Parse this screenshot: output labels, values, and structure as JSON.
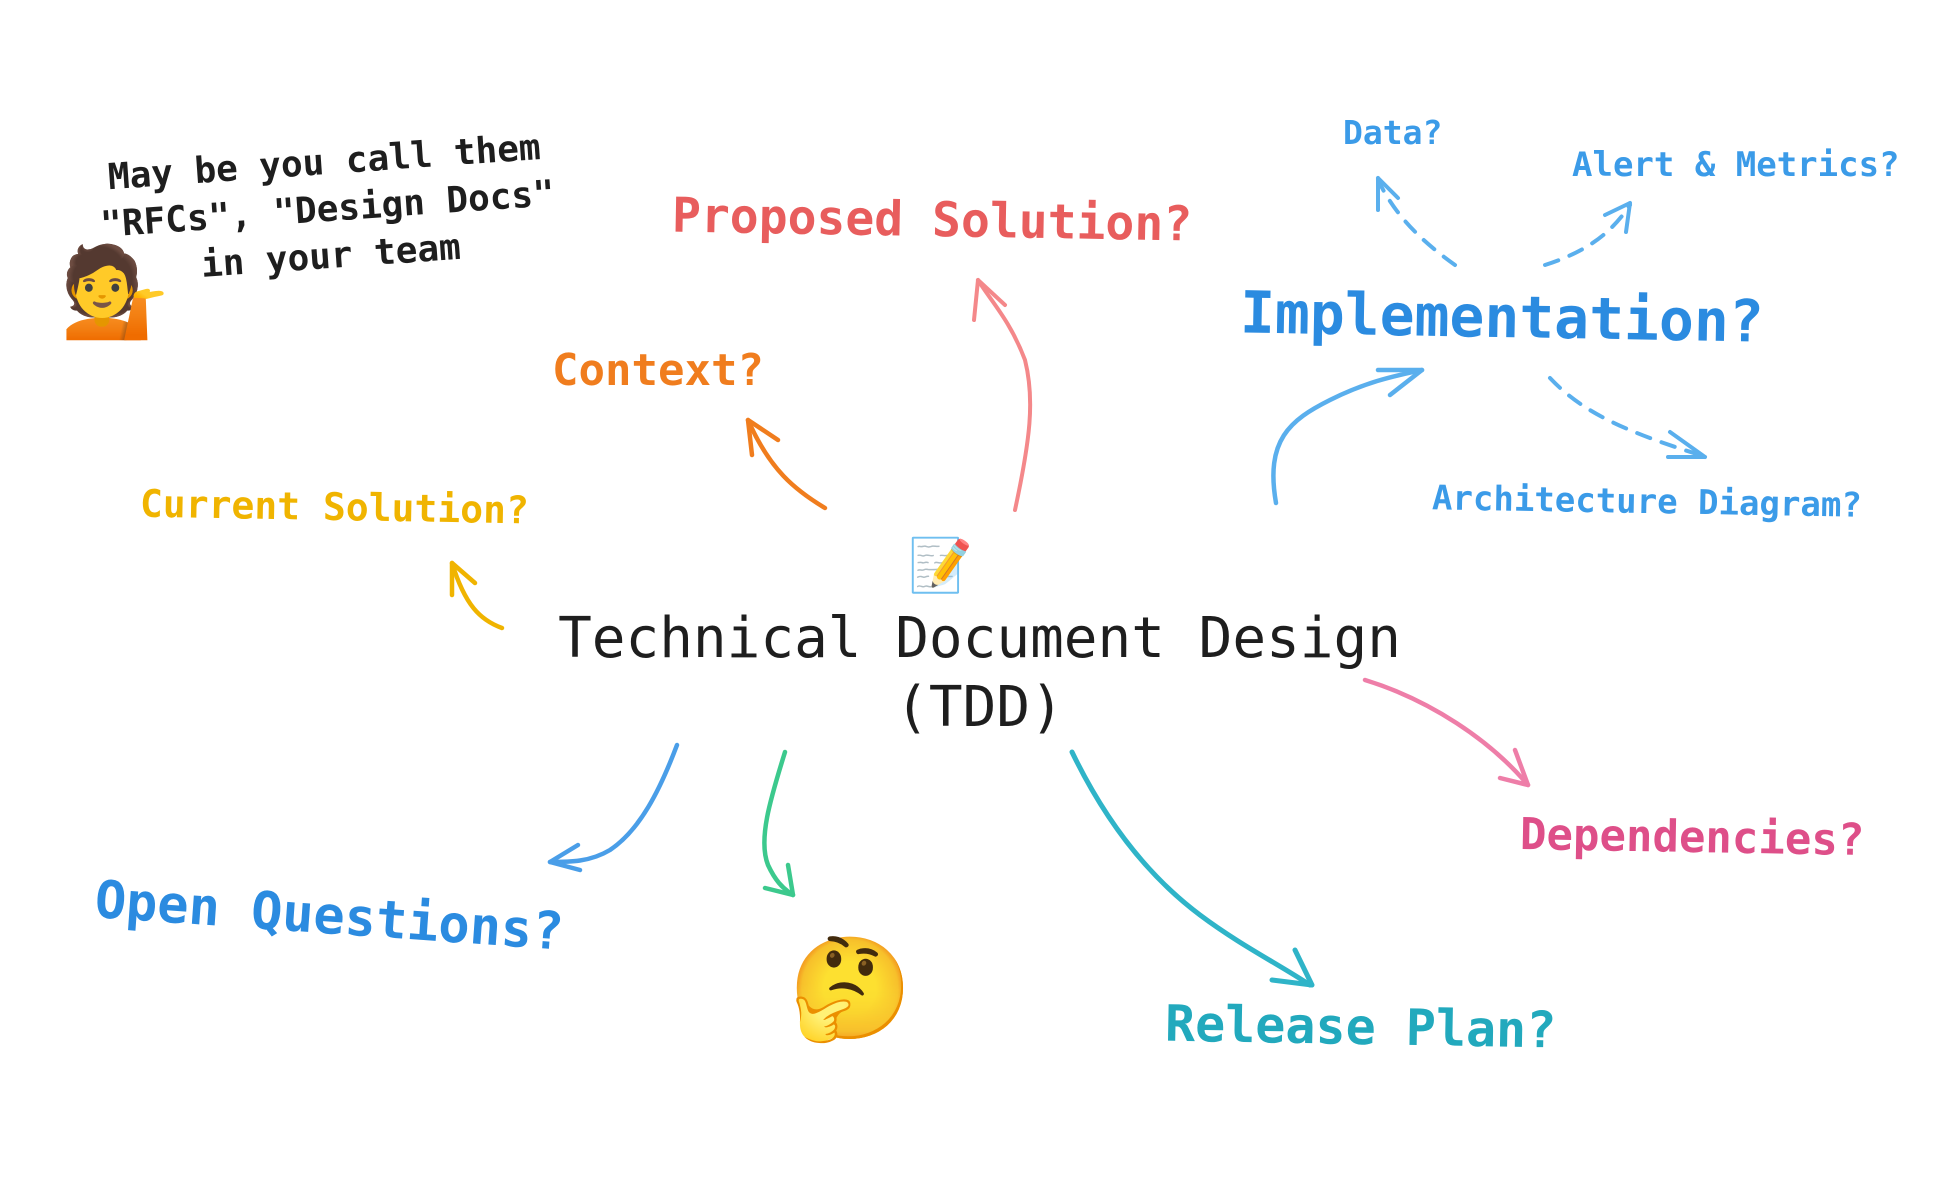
{
  "center": {
    "title_line1": "Technical Document Design",
    "title_line2": "(TDD)",
    "emoji": "📝"
  },
  "note": {
    "line1": "May be you call them",
    "line2": "\"RFCs\", \"Design Docs\"",
    "line3": "in your team",
    "emoji": "💁"
  },
  "topics": {
    "proposed_solution": "Proposed Solution?",
    "context": "Context?",
    "current_solution": "Current Solution?",
    "implementation": "Implementation?",
    "data": "Data?",
    "alert_metrics": "Alert & Metrics?",
    "architecture_diagram": "Architecture Diagram?",
    "dependencies": "Dependencies?",
    "release_plan": "Release Plan?",
    "open_questions": "Open Questions?",
    "thinking_emoji": "🤔"
  },
  "colors": {
    "text": "#1e1e1e",
    "proposed_solution": "#e85d5d",
    "context": "#f07d1e",
    "current_solution": "#f0b400",
    "implementation": "#2b8be0",
    "sub_implementation": "#3b9be8",
    "dependencies": "#de4f89",
    "release_plan": "#22a9bd",
    "open_questions": "#2b8be0",
    "green_arrow": "#3cc98d"
  }
}
